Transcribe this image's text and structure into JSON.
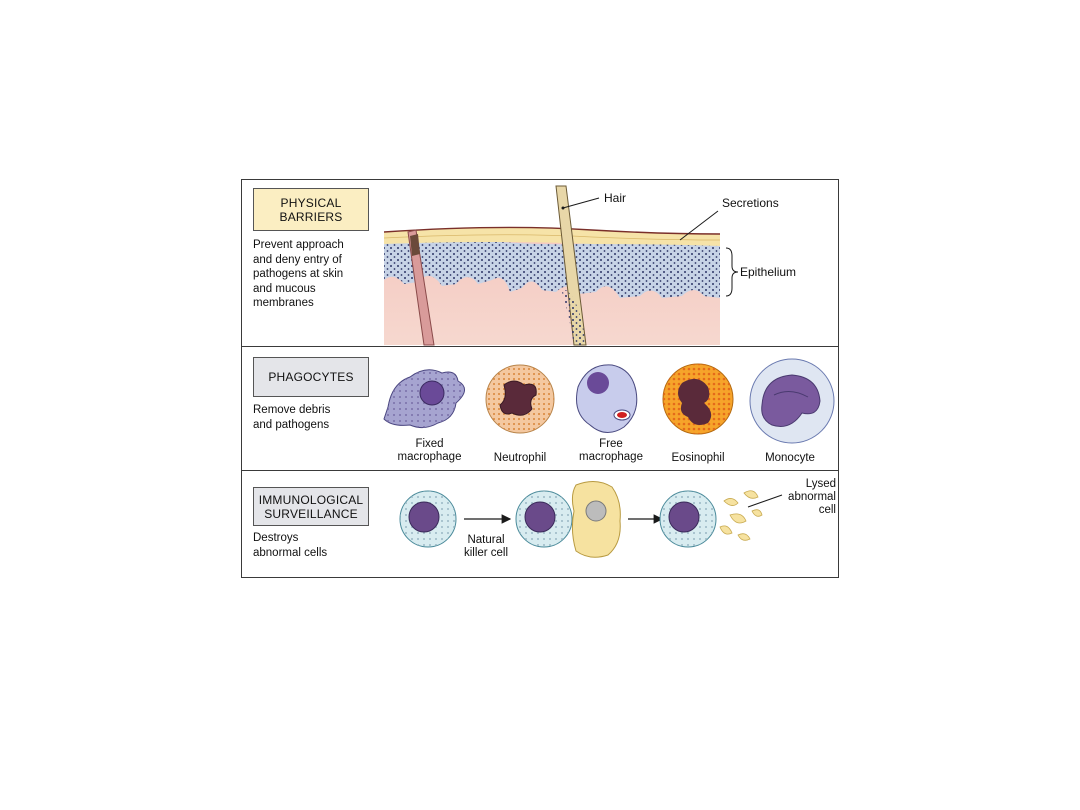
{
  "panels": {
    "physical_barriers": {
      "label": "PHYSICAL\nBARRIERS",
      "description": "Prevent approach\nand deny entry of\npathogens at skin\nand mucous\nmembranes",
      "callouts": {
        "hair": "Hair",
        "secretions": "Secretions",
        "epithelium": "Epithelium"
      },
      "label_color": "#fbeec2"
    },
    "phagocytes": {
      "label": "PHAGOCYTES",
      "description": "Remove debris\nand pathogens",
      "cells": [
        {
          "caption": "Fixed\nmacrophage"
        },
        {
          "caption": "Neutrophil"
        },
        {
          "caption": "Free\nmacrophage"
        },
        {
          "caption": "Eosinophil"
        },
        {
          "caption": "Monocyte"
        }
      ],
      "label_color": "#e4e5e9"
    },
    "immunological_surveillance": {
      "label": "IMMUNOLOGICAL\nSURVEILLANCE",
      "description": "Destroys\nabnormal cells",
      "callouts": {
        "nk_cell": "Natural\nkiller cell",
        "lysed": "Lysed\nabnormal\ncell"
      },
      "label_color": "#e4e5e9"
    }
  }
}
